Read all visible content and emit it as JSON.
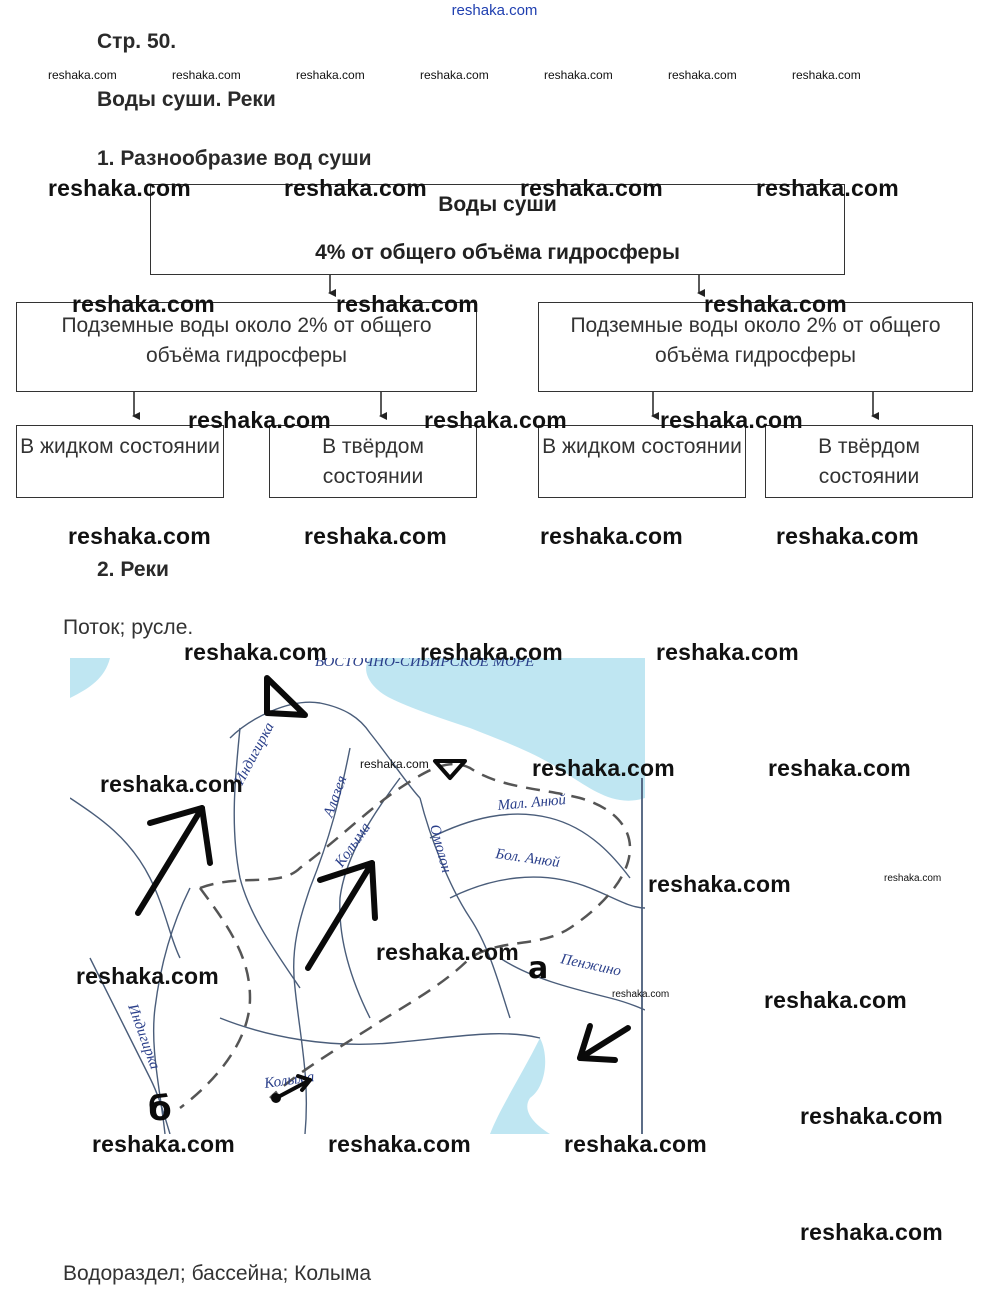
{
  "site_watermark": "reshaka.com",
  "page_label": "Стр. 50.",
  "topic_title": "Воды суши. Реки",
  "section1_title": "1. Разнообразие вод суши",
  "diagram": {
    "top_title": "Воды суши",
    "top_subtitle": "4% от общего объёма гидросферы",
    "left_mid": "Подземные воды около 2% от общего объёма гидросферы",
    "right_mid": "Подземные воды около 2% от общего объёма гидросферы",
    "leaves": [
      "В жидком состоянии",
      "В твёрдом состоянии",
      "В жидком состоянии",
      "В твёрдом состоянии"
    ]
  },
  "section2_title": "2. Реки",
  "answer1": "Поток; русле.",
  "map": {
    "sea_label": "ВОСТОЧНО-СИБИРСКОЕ МОРЕ",
    "river_labels": [
      "Индигирка",
      "Алазея",
      "Колыма",
      "Омолон",
      "Мал. Анюй",
      "Бол. Анюй",
      "Пенжино",
      "Индигирка",
      "Колыма"
    ],
    "mark_letters": [
      "а",
      "б"
    ],
    "colors": {
      "land": "#ffffff",
      "water": "#bfe6f2",
      "river": "#4a5d7a",
      "ink": "#0a0a0a"
    }
  },
  "answer2": "Водораздел; бассейна; Колыма"
}
